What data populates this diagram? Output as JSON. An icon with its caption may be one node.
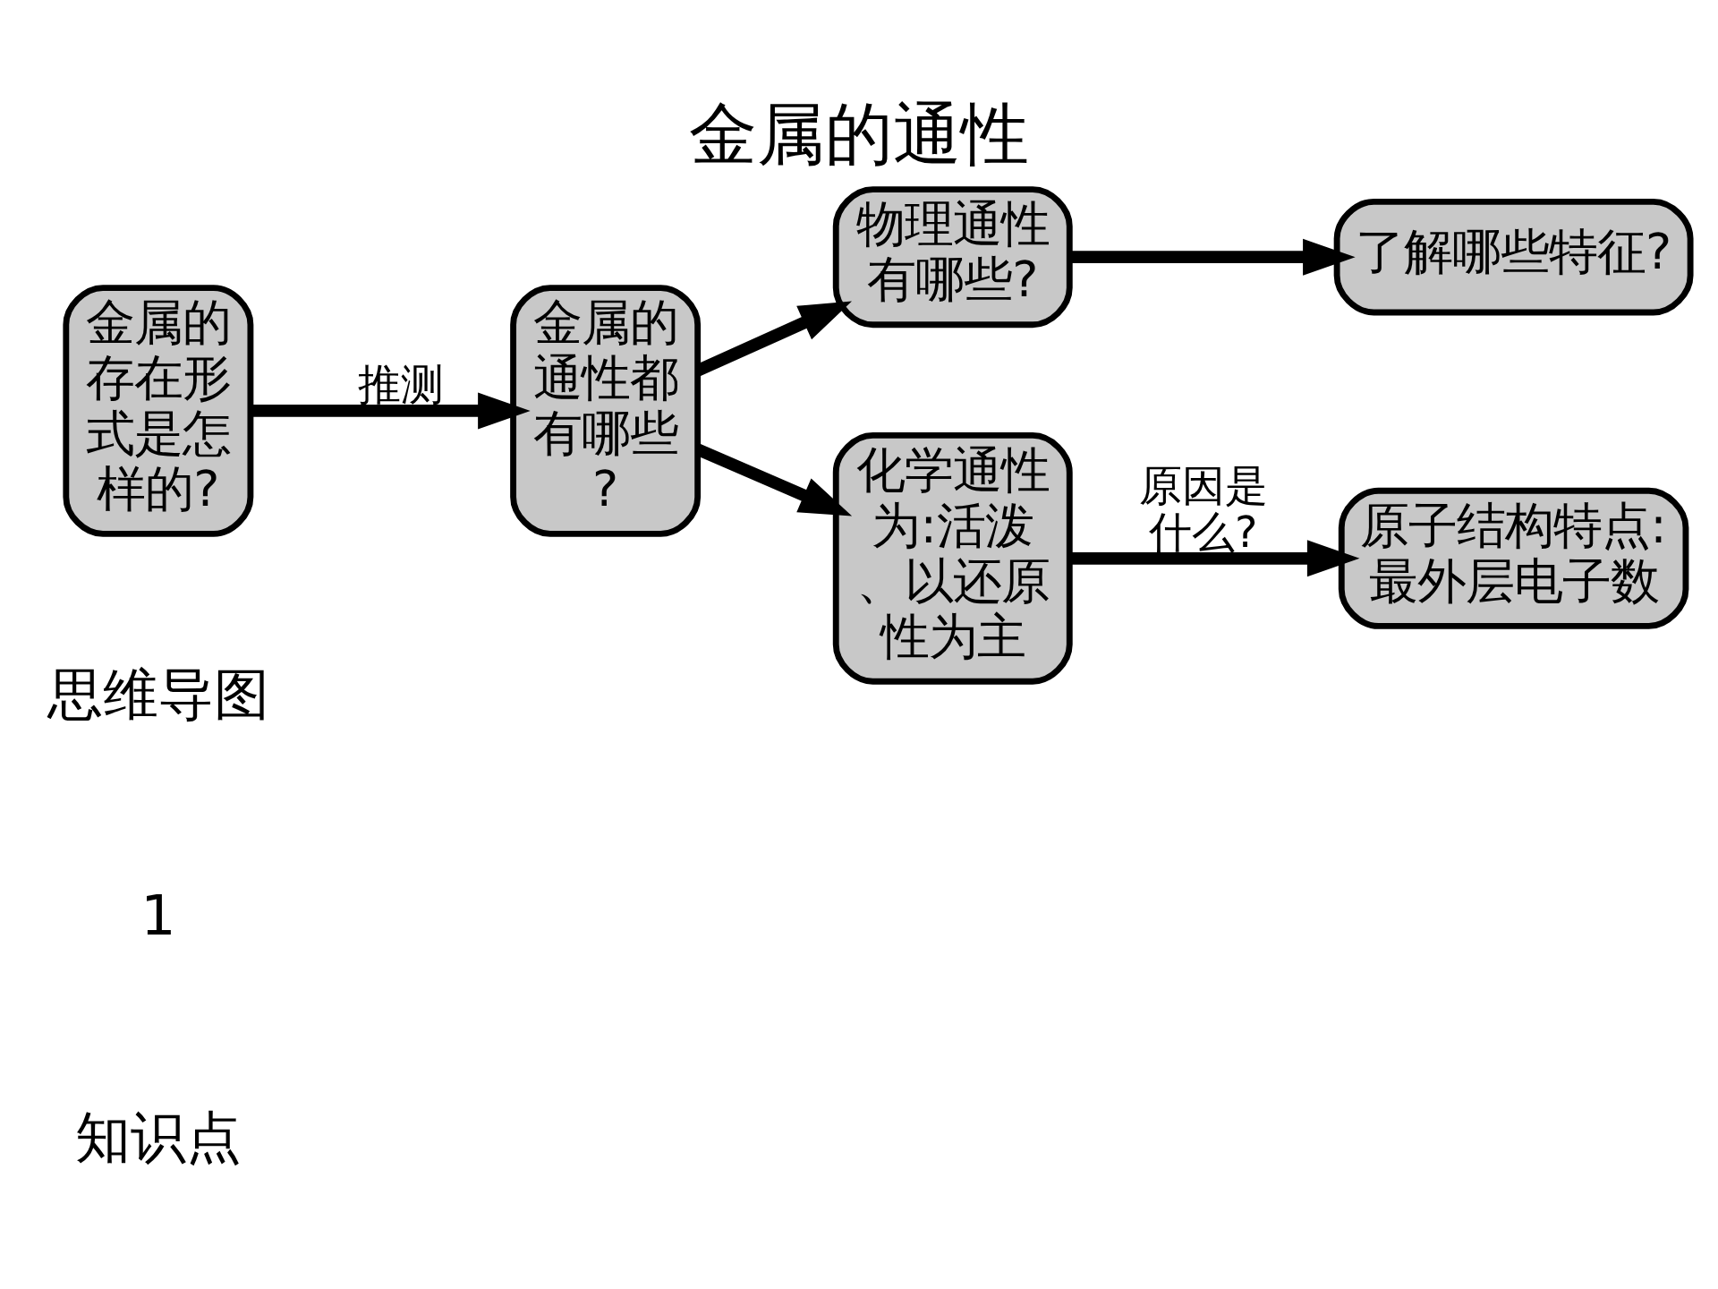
{
  "diagram": {
    "title": "金属的通性",
    "nodes": [
      {
        "text": [
          "金属的存在形式是怎样的?"
        ]
      },
      {
        "text": [
          "金属的通性都有哪些?"
        ]
      },
      {
        "text": [
          "物理通性有哪些?"
        ]
      },
      {
        "text": [
          "化学通性为:活泼、以还原性为主"
        ]
      },
      {
        "text": [
          "了解哪些特征?"
        ]
      },
      {
        "text": [
          "原子结构特点:最外层电子数"
        ]
      }
    ],
    "edges": [
      {
        "from": 0,
        "to": 1,
        "arrow": "to",
        "label": "推测"
      },
      {
        "from": 1,
        "to": 2,
        "arrow": "to"
      },
      {
        "from": 1,
        "to": 3,
        "arrow": "to"
      },
      {
        "from": 2,
        "to": 4,
        "arrow": "to"
      },
      {
        "from": 3,
        "to": 5,
        "arrow": "to",
        "label": "原因是什么?"
      }
    ],
    "labels": [
      "知识点",
      "1",
      "思维导图"
    ]
  }
}
